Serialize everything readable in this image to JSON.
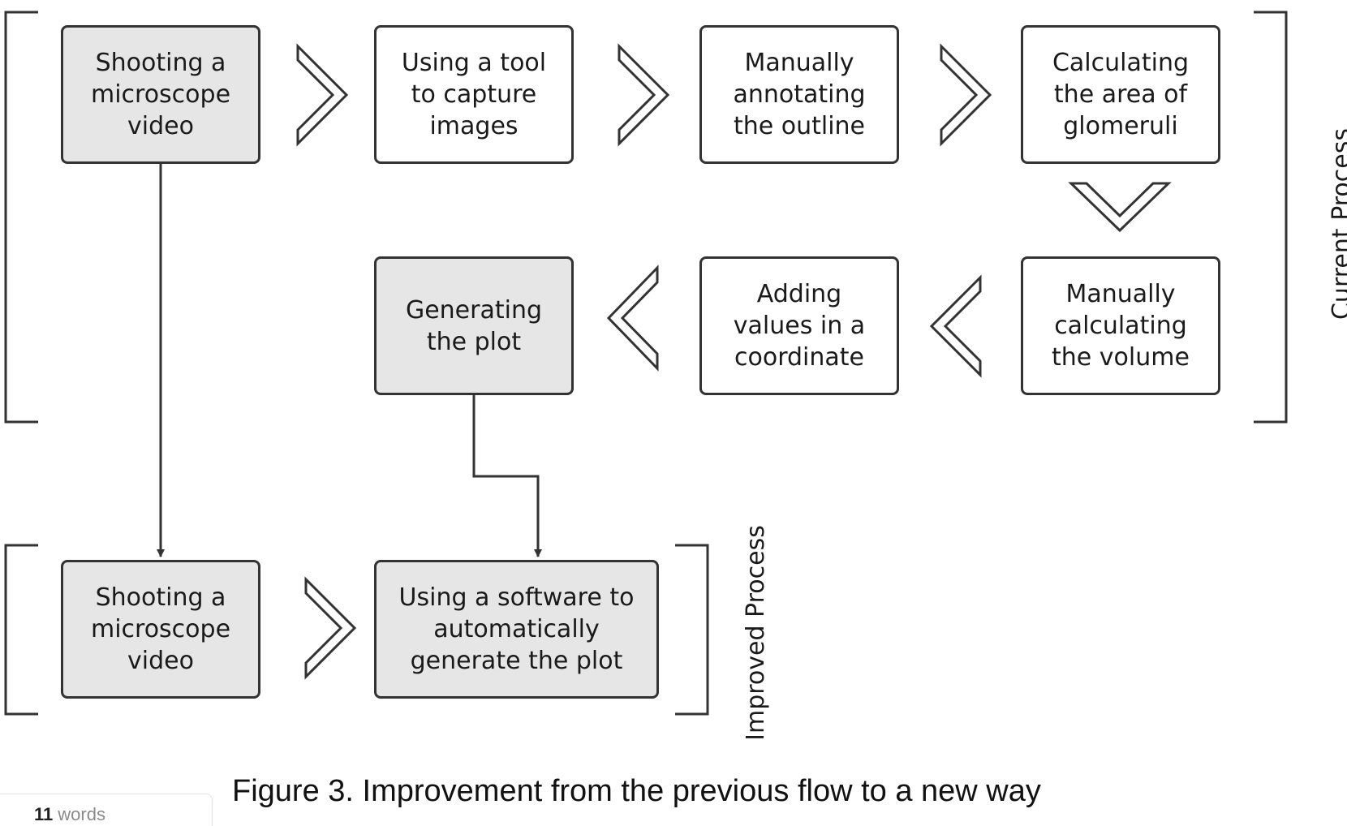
{
  "current_process": {
    "label": "Current Process",
    "steps": [
      "Shooting a\nmicroscope\nvideo",
      "Using a tool\nto capture\nimages",
      "Manually\nannotating\nthe outline",
      "Calculating\nthe area of\nglomeruli",
      "Manually\ncalculating\nthe volume",
      "Adding\nvalues in a\ncoordinate",
      "Generating\nthe plot"
    ]
  },
  "improved_process": {
    "label": "Improved Process",
    "steps": [
      "Shooting a\nmicroscope\nvideo",
      "Using a software to\nautomatically\ngenerate the plot"
    ]
  },
  "caption": "Figure 3. Improvement from the previous flow to a new way",
  "word_count": {
    "count": "11",
    "unit": "words"
  },
  "colors": {
    "shaded_box": "#e6e6e6",
    "stroke": "#333333"
  }
}
